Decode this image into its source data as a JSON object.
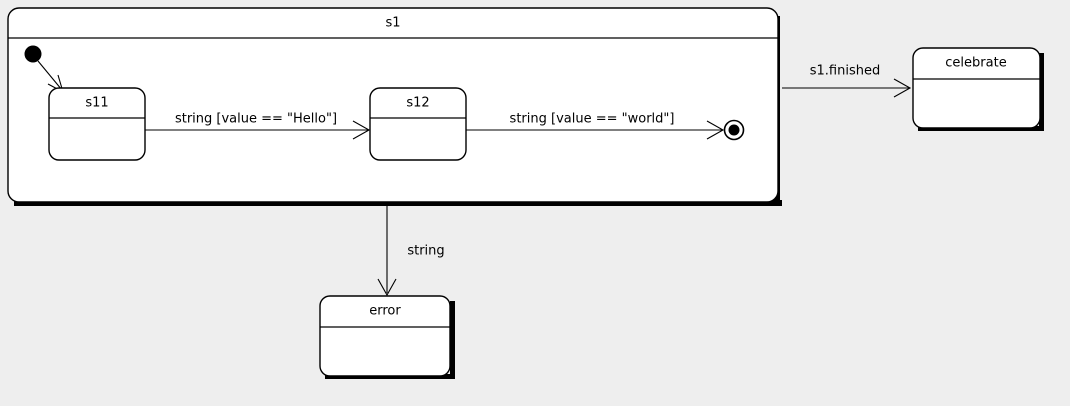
{
  "diagram": {
    "kind": "uml-state-machine-diagram",
    "background_color": "#eeeeee",
    "line_color": "#000000",
    "node_fill_color": "#ffffff",
    "composite_state": {
      "name": "s1",
      "title": "s1",
      "initial_pseudostate": "initial-node",
      "final_state": "final-node",
      "substates": [
        {
          "id": "s11",
          "title": "s11"
        },
        {
          "id": "s12",
          "title": "s12"
        }
      ],
      "internal_transitions": [
        {
          "from": "initial-node",
          "to": "s11",
          "label": ""
        },
        {
          "from": "s11",
          "to": "s12",
          "label": "string [value == \"Hello\"]"
        },
        {
          "from": "s12",
          "to": "final-node",
          "label": "string [value == \"world\"]"
        }
      ]
    },
    "states": [
      {
        "id": "celebrate",
        "title": "celebrate"
      },
      {
        "id": "error",
        "title": "error"
      }
    ],
    "transitions": [
      {
        "from": "s1",
        "to": "celebrate",
        "label": "s1.finished"
      },
      {
        "from": "s1",
        "to": "error",
        "label": "string"
      }
    ]
  }
}
